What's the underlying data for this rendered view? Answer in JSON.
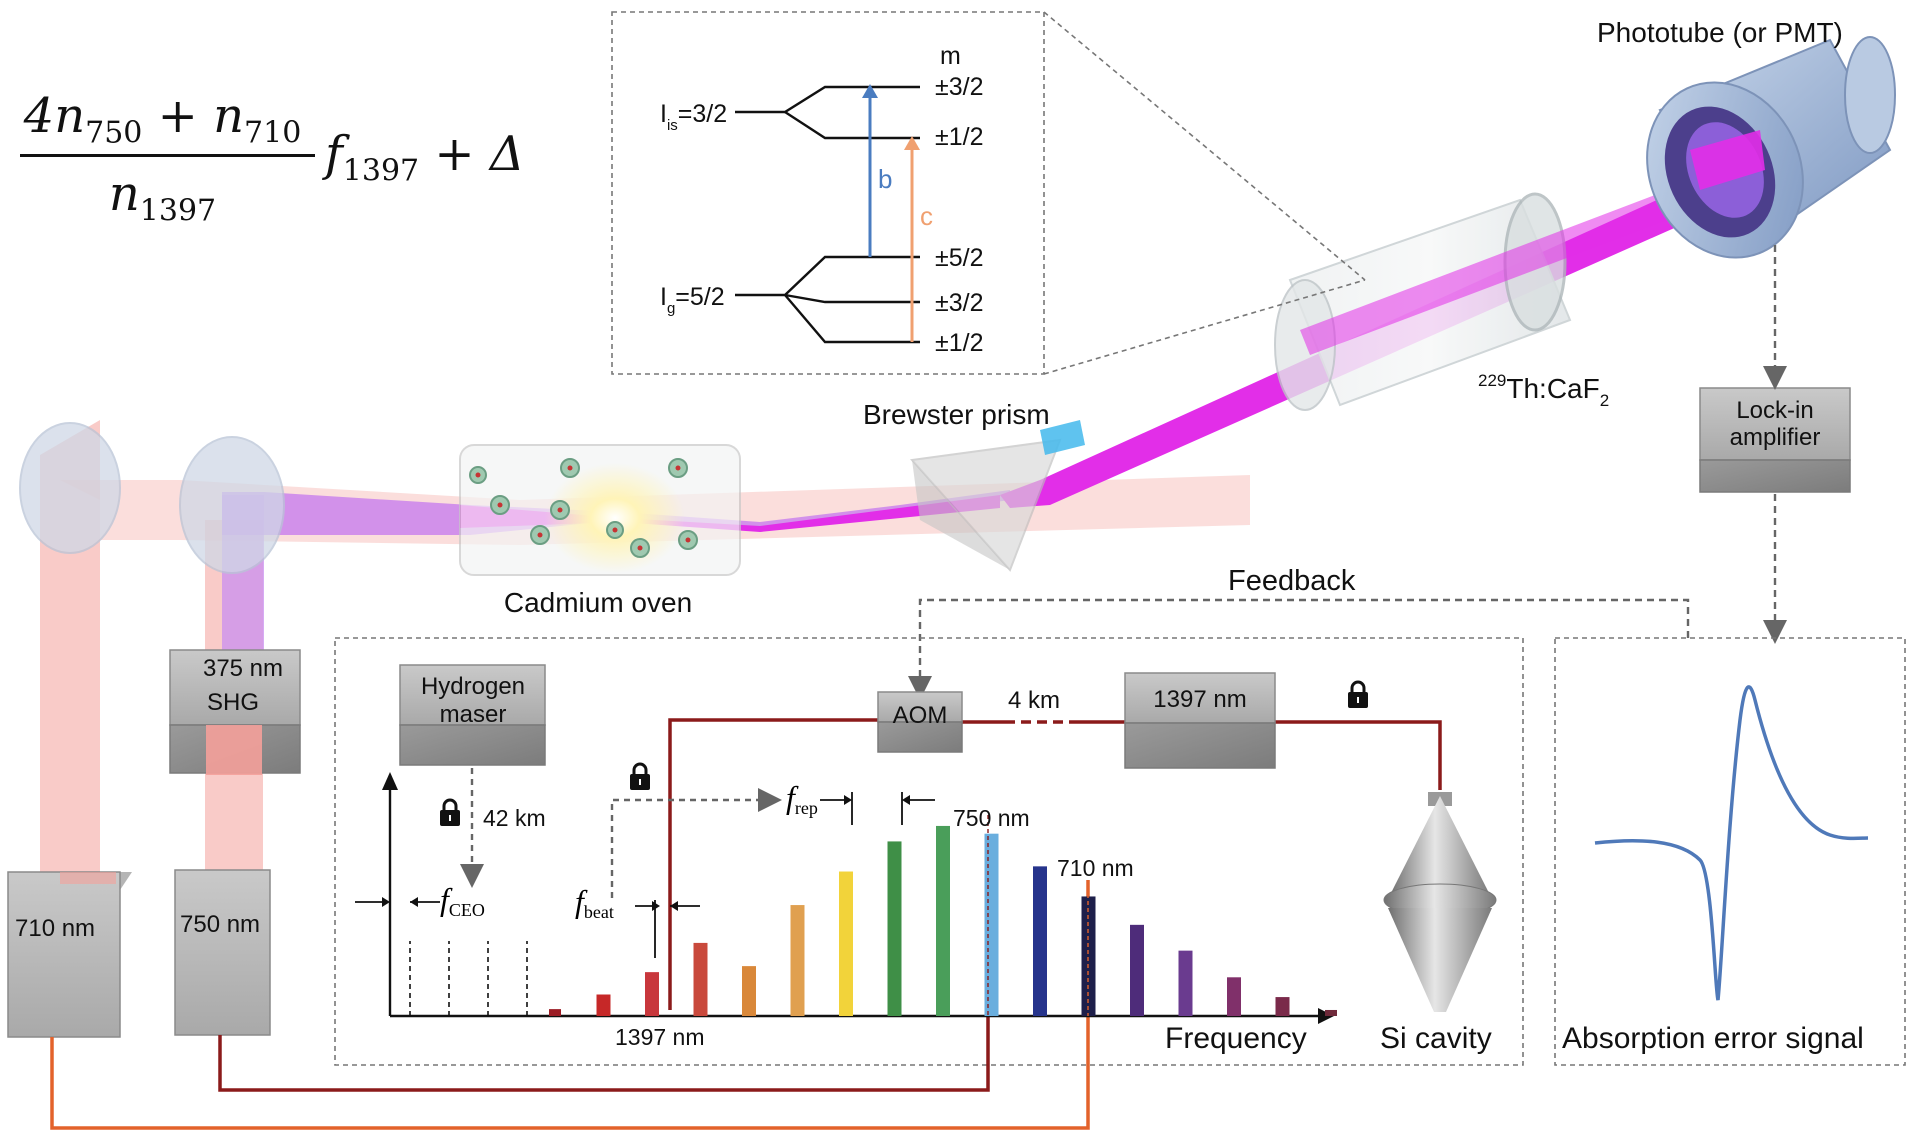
{
  "formula": {
    "numerator": "4n750 + n710",
    "numerator_parts": [
      "4n",
      "750",
      " + n",
      "710"
    ],
    "denominator_parts": [
      "n",
      "1397"
    ],
    "rest_parts": [
      "f",
      "1397",
      " + Δ"
    ]
  },
  "components": {
    "phototube": "Phototube (or PMT)",
    "crystal_sup": "229",
    "crystal_main": "Th:CaF",
    "crystal_sub": "2",
    "lockin_line1": "Lock-in",
    "lockin_line2": "amplifier",
    "brewster": "Brewster prism",
    "oven": "Cadmium oven",
    "shg_line1": "375 nm",
    "shg_line2": "SHG",
    "laser710": "710 nm",
    "laser750": "750 nm",
    "maser_line1": "Hydrogen",
    "maser_line2": "maser",
    "aom": "AOM",
    "fiber_km": "4 km",
    "laser1397": "1397 nm",
    "si_cavity": "Si cavity",
    "feedback": "Feedback",
    "error_signal": "Absorption error signal"
  },
  "levels": {
    "m_header": "m",
    "iso_I": "I",
    "iso_sub": "is",
    "iso_value": "=3/2",
    "ground_I": "I",
    "ground_sub": "g",
    "ground_value": "=5/2",
    "iso_m": [
      "±3/2",
      "±1/2"
    ],
    "ground_m": [
      "±5/2",
      "±3/2",
      "±1/2"
    ],
    "transition_b": "b",
    "transition_c": "c"
  },
  "comb": {
    "frequency_label": "Frequency",
    "label_1397": "1397 nm",
    "label_750": "750 nm",
    "label_710": "710 nm",
    "f_ceo": "f",
    "f_ceo_sub": "CEO",
    "f_beat": "f",
    "f_beat_sub": "beat",
    "f_rep": "f",
    "f_rep_sub": "rep",
    "maser_km": "42 km",
    "teeth_heights": [
      0.08,
      0.25,
      0.51,
      0.85,
      0.58,
      1.29,
      1.68,
      2.03,
      2.21,
      2.12,
      1.74,
      1.39,
      1.06,
      0.76,
      0.45,
      0.22,
      0.07
    ],
    "teeth_colors": [
      "#9b1c24",
      "#c62828",
      "#c8373c",
      "#c9493c",
      "#d9883a",
      "#e0a050",
      "#f2d33a",
      "#3f8f47",
      "#4a9e5a",
      "#6aaede",
      "#26348c",
      "#1e1f4a",
      "#4e2c7a",
      "#6a3b8f",
      "#80306a",
      "#7a2a4a",
      "#6f2a3a"
    ],
    "dashed_teeth": 4
  },
  "colors": {
    "uv_beam": "#e22ee8",
    "red_beam": "#f4a09a",
    "cable_dark_red": "#8b1a1a",
    "cable_orange": "#e3622b",
    "signal_blue": "#4f79b9",
    "box_gray": "#8f8f8f",
    "level_blue": "#4a7cc0",
    "level_orange": "#f0a070"
  },
  "icons": [
    "lock-icon"
  ]
}
